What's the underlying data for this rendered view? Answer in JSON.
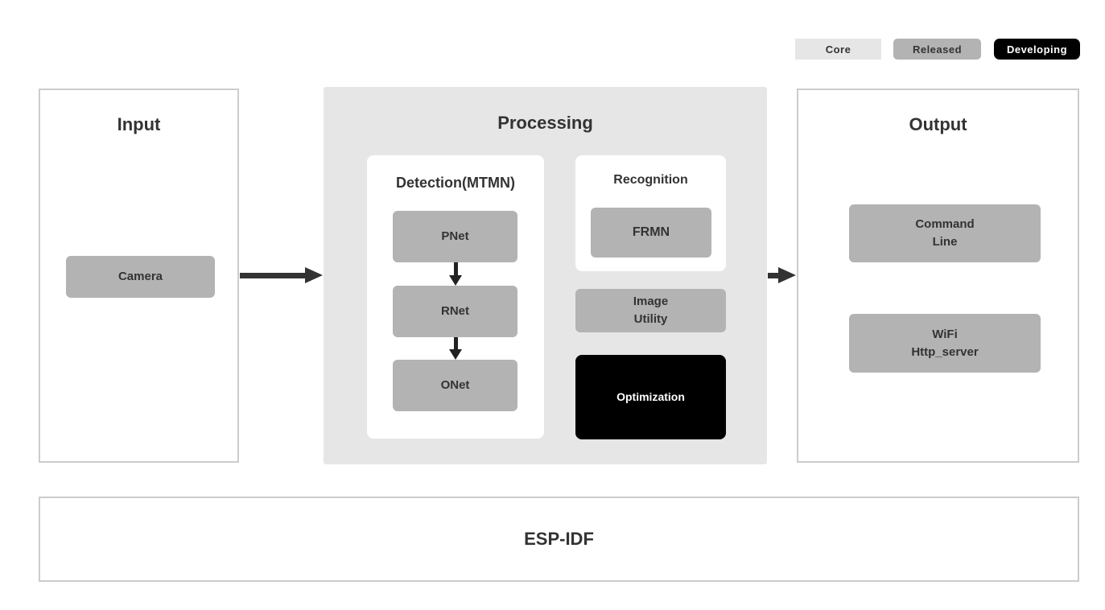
{
  "legend": {
    "core": {
      "label": "Core",
      "color": "#e6e6e6"
    },
    "released": {
      "label": "Released",
      "color": "#b3b3b3"
    },
    "developing": {
      "label": "Developing",
      "color": "#000000"
    }
  },
  "input": {
    "title": "Input",
    "camera": "Camera"
  },
  "processing": {
    "title": "Processing",
    "detection": {
      "title": "Detection(MTMN)",
      "pnet": "PNet",
      "rnet": "RNet",
      "onet": "ONet"
    },
    "recognition": {
      "title": "Recognition",
      "frmn": "FRMN"
    },
    "image_utility": "Image\nUtility",
    "optimization": "Optimization"
  },
  "output": {
    "title": "Output",
    "command_line": "Command\nLine",
    "wifi": "WiFi\nHttp_server"
  },
  "foundation": {
    "title": "ESP-IDF"
  },
  "colors": {
    "processing_bg": "#e6e6e6",
    "node_bg": "#b3b3b3",
    "developing_bg": "#000000",
    "panel_border": "#cccccc",
    "text": "#333333",
    "arrow": "#333333"
  }
}
